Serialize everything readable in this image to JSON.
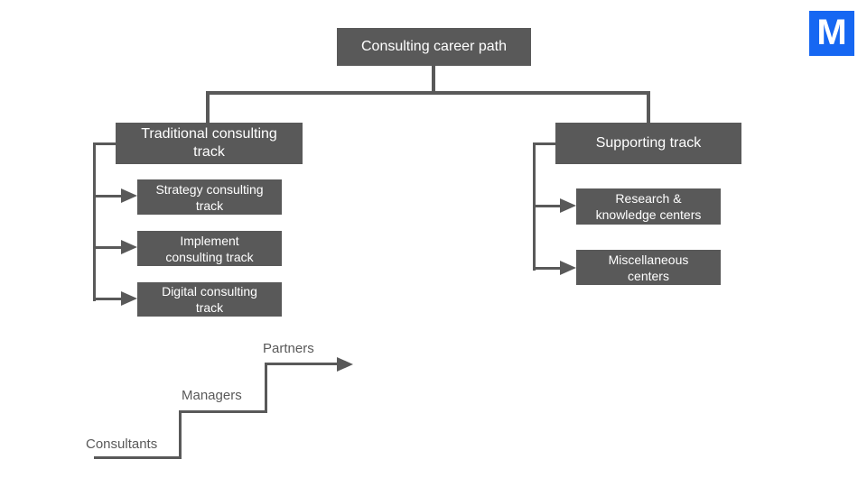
{
  "org_chart": {
    "root": {
      "lines": [
        "Consulting career path"
      ]
    },
    "branches": [
      {
        "lines": [
          "Traditional consulting",
          "track"
        ],
        "children": [
          {
            "lines": [
              "Strategy consulting",
              "track"
            ]
          },
          {
            "lines": [
              "Implement",
              "consulting track"
            ]
          },
          {
            "lines": [
              "Digital consulting",
              "track"
            ]
          }
        ]
      },
      {
        "lines": [
          "Supporting track"
        ],
        "children": [
          {
            "lines": [
              "Research &",
              "knowledge centers"
            ]
          },
          {
            "lines": [
              "Miscellaneous",
              "centers"
            ]
          }
        ]
      }
    ]
  },
  "career_stairs": {
    "steps": [
      {
        "label": "Consultants"
      },
      {
        "label": "Managers"
      },
      {
        "label": "Partners"
      }
    ]
  },
  "logo": {
    "letter": "M"
  },
  "colors": {
    "box": "#595959",
    "line": "#595959",
    "box_text": "#ffffff",
    "label_text": "#595959",
    "logo_blue": "#1667f2",
    "background": "#ffffff"
  }
}
